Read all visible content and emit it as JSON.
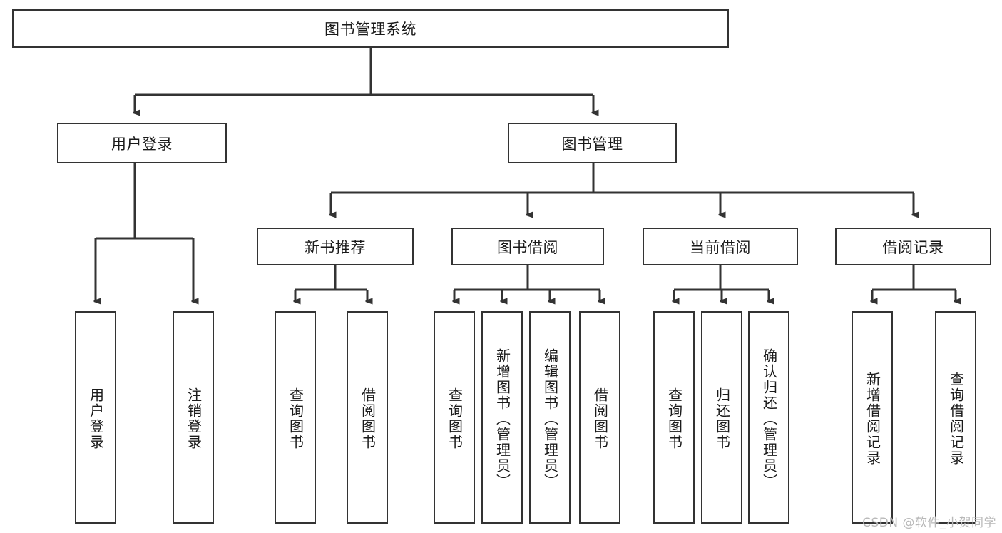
{
  "diagram": {
    "title": "图书管理系统",
    "root": {
      "label": "图书管理系统"
    },
    "level2": [
      {
        "label": "用户登录"
      },
      {
        "label": "图书管理"
      }
    ],
    "level3": [
      {
        "label": "新书推荐"
      },
      {
        "label": "图书借阅"
      },
      {
        "label": "当前借阅"
      },
      {
        "label": "借阅记录"
      }
    ],
    "leaves": {
      "user_login": [
        {
          "label": "用户登录"
        },
        {
          "label": "注销登录"
        }
      ],
      "new_book_recommend": [
        {
          "label": "查询图书"
        },
        {
          "label": "借阅图书"
        }
      ],
      "book_borrow": [
        {
          "label": "查询图书"
        },
        {
          "label": "新增图书（管理员）"
        },
        {
          "label": "编辑图书（管理员）"
        },
        {
          "label": "借阅图书"
        }
      ],
      "current_borrow": [
        {
          "label": "查询图书"
        },
        {
          "label": "归还图书"
        },
        {
          "label": "确认归还（管理员）"
        }
      ],
      "borrow_record": [
        {
          "label": "新增借阅记录"
        },
        {
          "label": "查询借阅记录"
        }
      ]
    }
  },
  "watermark": {
    "text": "CSDN @软件_小贺同学"
  },
  "colors": {
    "stroke": "#333333",
    "background": "#ffffff",
    "text": "#1a1a1a",
    "watermark": "#b8b8b8"
  }
}
